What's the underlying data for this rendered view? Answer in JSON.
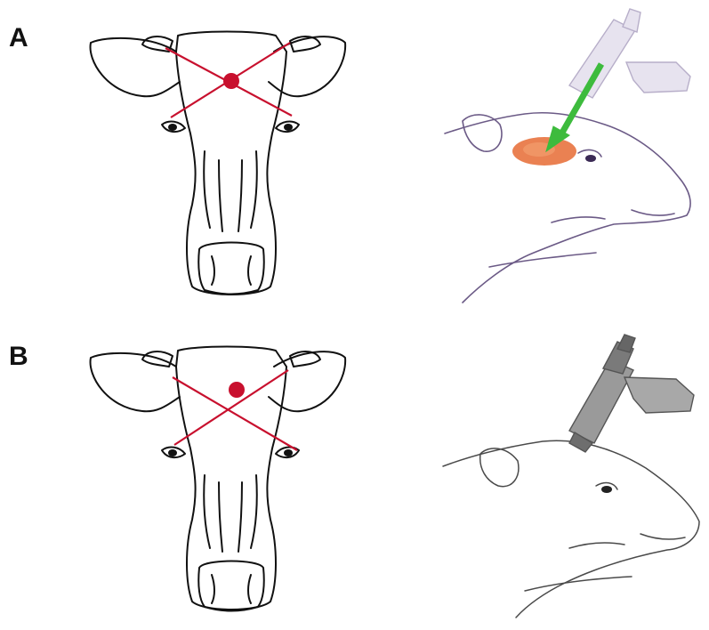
{
  "panels": [
    {
      "label": "A",
      "target_mark": "intersection",
      "colors": {
        "guide_lines": "#c8102e",
        "target_dot": "#c8102e",
        "device_arrow": "#3dbb3d",
        "wound": "#e8733f"
      }
    },
    {
      "label": "B",
      "target_mark": "above-intersection",
      "colors": {
        "guide_lines": "#c8102e",
        "target_dot": "#c8102e",
        "device": "#888888"
      }
    }
  ],
  "icons": {
    "front_view": "cow-head-front-icon",
    "side_view": "cow-head-side-icon",
    "device": "captive-bolt-gun-icon"
  }
}
